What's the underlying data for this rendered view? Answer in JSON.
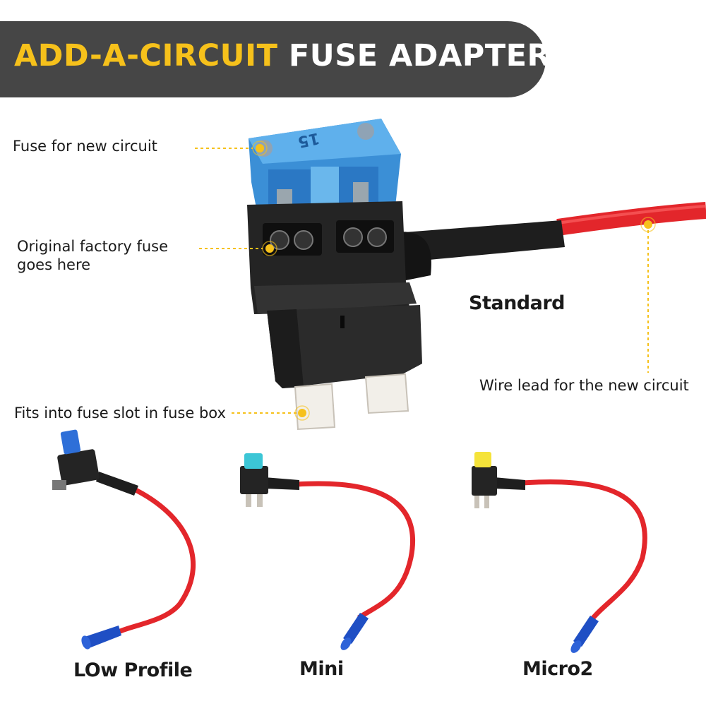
{
  "banner": {
    "title_accent": "ADD-A-CIRCUIT",
    "title_rest": "FUSE ADAPTER",
    "accent_color": "#f6c11b",
    "background_color": "#464646"
  },
  "callouts": {
    "fuse_new_circuit": "Fuse for new circuit",
    "factory_fuse_line1": "Original factory fuse",
    "factory_fuse_line2": "goes here",
    "fits_fuse_slot": "Fits into fuse slot in fuse box",
    "wire_lead": "Wire lead for the new circuit"
  },
  "main_product_label": "Standard",
  "fuse_rating": "15",
  "variants": [
    {
      "label": "LOw Profile",
      "fuse_color": "#2e6fd8"
    },
    {
      "label": "Mini",
      "fuse_color": "#3cc6d6"
    },
    {
      "label": "Micro2",
      "fuse_color": "#f5e33a"
    }
  ],
  "colors": {
    "wire_red": "#e3262b",
    "holder_black": "#1e1e1e",
    "fuse_blue": "#3b8fd6",
    "terminal_blue": "#1f4fc4",
    "marker_yellow": "#f6c11b"
  }
}
